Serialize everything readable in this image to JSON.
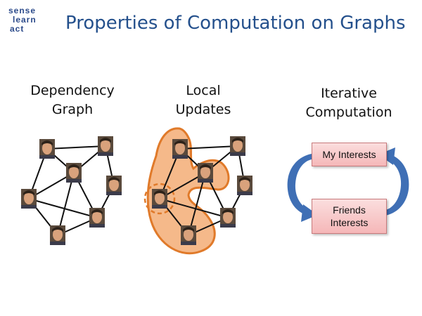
{
  "logo": {
    "line1": "sense",
    "line2": "learn",
    "line3": "act"
  },
  "title": "Properties of Computation on Graphs",
  "columns": [
    {
      "heading_line1": "Dependency",
      "heading_line2": "Graph"
    },
    {
      "heading_line1": "Local",
      "heading_line2": "Updates"
    },
    {
      "heading_line1": "Iterative",
      "heading_line2": "Computation"
    }
  ],
  "iteration": {
    "box_top": "My Interests",
    "box_bottom_line1": "Friends",
    "box_bottom_line2": "Interests"
  },
  "colors": {
    "title": "#24508c",
    "highlight_fill": "#f5b98a",
    "highlight_stroke": "#e07a2a",
    "arrow": "#3f6fb5",
    "box_fill": "#f5b7b8"
  }
}
